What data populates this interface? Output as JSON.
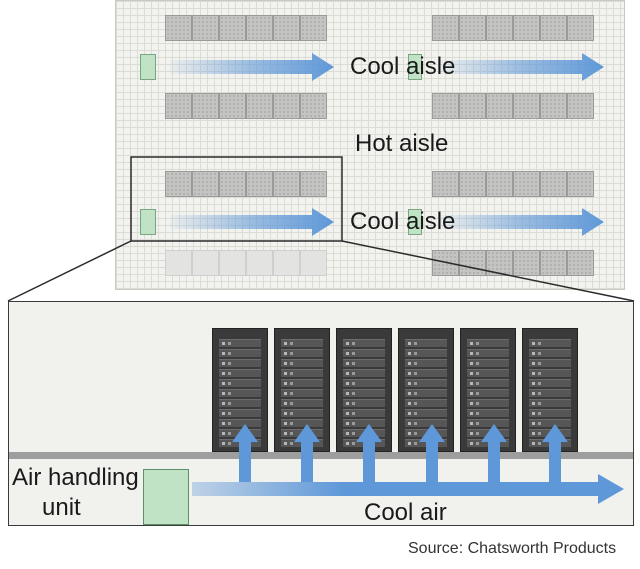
{
  "labels": {
    "cool_aisle_top": "Cool aisle",
    "hot_aisle": "Hot aisle",
    "cool_aisle_bottom": "Cool aisle",
    "air_handling_unit_line1": "Air handling",
    "air_handling_unit_line2": "unit",
    "cool_air": "Cool air",
    "source": "Source: Chatsworth Products"
  },
  "colors": {
    "airflow_arrow": "#5f98d8",
    "air_handler": "#bfe3c4",
    "rack": "#3a3a3a"
  },
  "icons": [
    "airflow-arrow-icon",
    "server-rack-icon",
    "air-handler-icon"
  ]
}
